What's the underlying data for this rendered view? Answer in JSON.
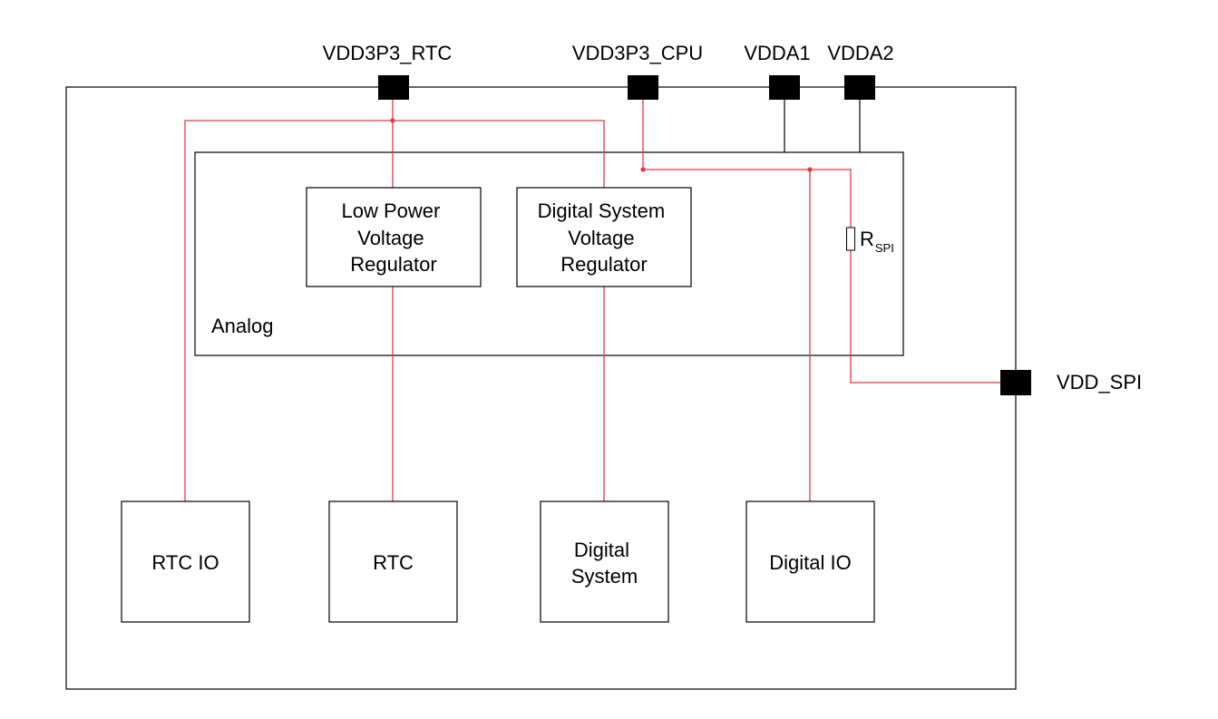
{
  "pins": {
    "vdd3p3_rtc": "VDD3P3_RTC",
    "vdd3p3_cpu": "VDD3P3_CPU",
    "vdda1": "VDDA1",
    "vdda2": "VDDA2",
    "vdd_spi": "VDD_SPI"
  },
  "analog": {
    "label": "Analog",
    "lp_regulator": [
      "Low Power",
      "Voltage",
      "Regulator"
    ],
    "ds_regulator": [
      "Digital System",
      "Voltage",
      "Regulator"
    ],
    "resistor": {
      "main": "R",
      "sub": "SPI"
    }
  },
  "blocks": {
    "rtc_io": "RTC IO",
    "rtc": "RTC",
    "digital_system": [
      "Digital",
      "System"
    ],
    "digital_io": "Digital IO"
  },
  "colors": {
    "power_line": "#e8383d",
    "outline": "#000000",
    "pin_fill": "#000000"
  }
}
